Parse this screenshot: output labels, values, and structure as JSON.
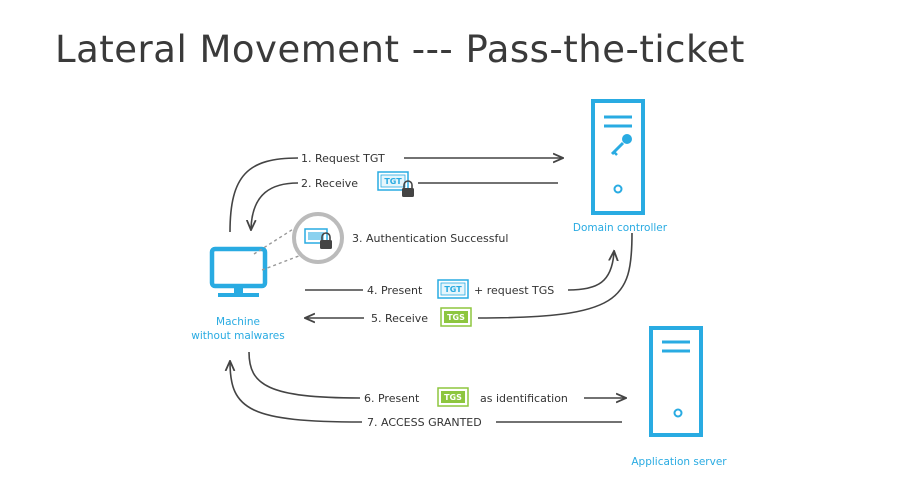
{
  "title": "Lateral Movement --- Pass-the-ticket",
  "nodes": {
    "machine": {
      "line1": "Machine",
      "line2": "without malwares",
      "icon": "monitor-icon"
    },
    "domain_controller": {
      "label": "Domain controller",
      "icon": "server-key-icon"
    },
    "application_server": {
      "label": "Application server",
      "icon": "server-icon"
    }
  },
  "steps": {
    "s1": "1. Request TGT",
    "s2": "2. Receive",
    "s3": "3. Authentication Successful",
    "s4_a": "4. Present",
    "s4_b": "+ request TGS",
    "s5": "5. Receive",
    "s6_a": "6. Present",
    "s6_b": "as identification",
    "s7": "7. ACCESS GRANTED"
  },
  "tickets": {
    "tgt": "TGT",
    "tgs": "TGS"
  },
  "colors": {
    "blue": "#29abe2",
    "green": "#8dc63f",
    "line": "#444444",
    "text": "#333333"
  }
}
